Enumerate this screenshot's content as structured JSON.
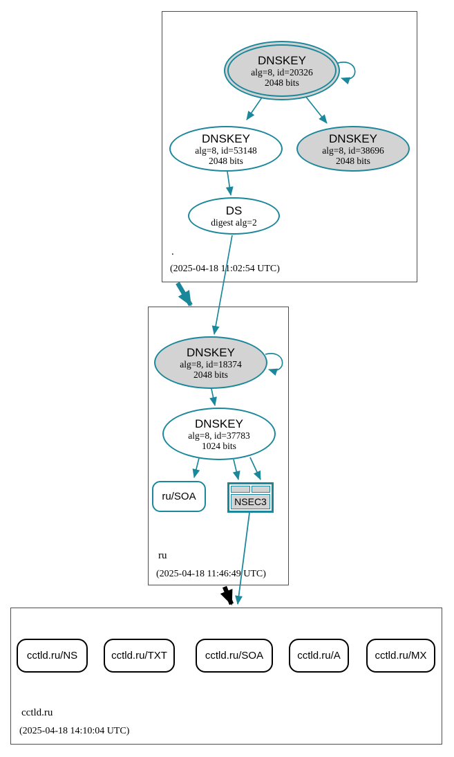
{
  "diagram": {
    "type": "dnssec-authentication-chain",
    "colors": {
      "teal": "#1b879b",
      "node_fill_gray": "#d3d3d3",
      "node_fill_white": "#ffffff",
      "rr_border_black": "#000000",
      "zone_box_border": "#4c4c4c"
    },
    "zones": [
      {
        "name": ".",
        "timestamp": "(2025-04-18 11:02:54 UTC)",
        "nodes": [
          {
            "id": "dnskey-20326",
            "title": "DNSKEY",
            "line1": "alg=8, id=20326",
            "line2": "2048 bits"
          },
          {
            "id": "dnskey-53148",
            "title": "DNSKEY",
            "line1": "alg=8, id=53148",
            "line2": "2048 bits"
          },
          {
            "id": "dnskey-38696",
            "title": "DNSKEY",
            "line1": "alg=8, id=38696",
            "line2": "2048 bits"
          },
          {
            "id": "ds",
            "title": "DS",
            "line1": "digest alg=2"
          }
        ]
      },
      {
        "name": "ru",
        "timestamp": "(2025-04-18 11:46:49 UTC)",
        "nodes": [
          {
            "id": "dnskey-18374",
            "title": "DNSKEY",
            "line1": "alg=8, id=18374",
            "line2": "2048 bits"
          },
          {
            "id": "dnskey-37783",
            "title": "DNSKEY",
            "line1": "alg=8, id=37783",
            "line2": "1024 bits"
          },
          {
            "id": "ru-soa",
            "label": "ru/SOA"
          },
          {
            "id": "nsec3",
            "label": "NSEC3"
          }
        ]
      },
      {
        "name": "cctld.ru",
        "timestamp": "(2025-04-18 14:10:04 UTC)",
        "nodes": [
          {
            "id": "cctld-ru-ns",
            "label": "cctld.ru/NS"
          },
          {
            "id": "cctld-ru-txt",
            "label": "cctld.ru/TXT"
          },
          {
            "id": "cctld-ru-soa",
            "label": "cctld.ru/SOA"
          },
          {
            "id": "cctld-ru-a",
            "label": "cctld.ru/A"
          },
          {
            "id": "cctld-ru-mx",
            "label": "cctld.ru/MX"
          }
        ]
      }
    ]
  }
}
